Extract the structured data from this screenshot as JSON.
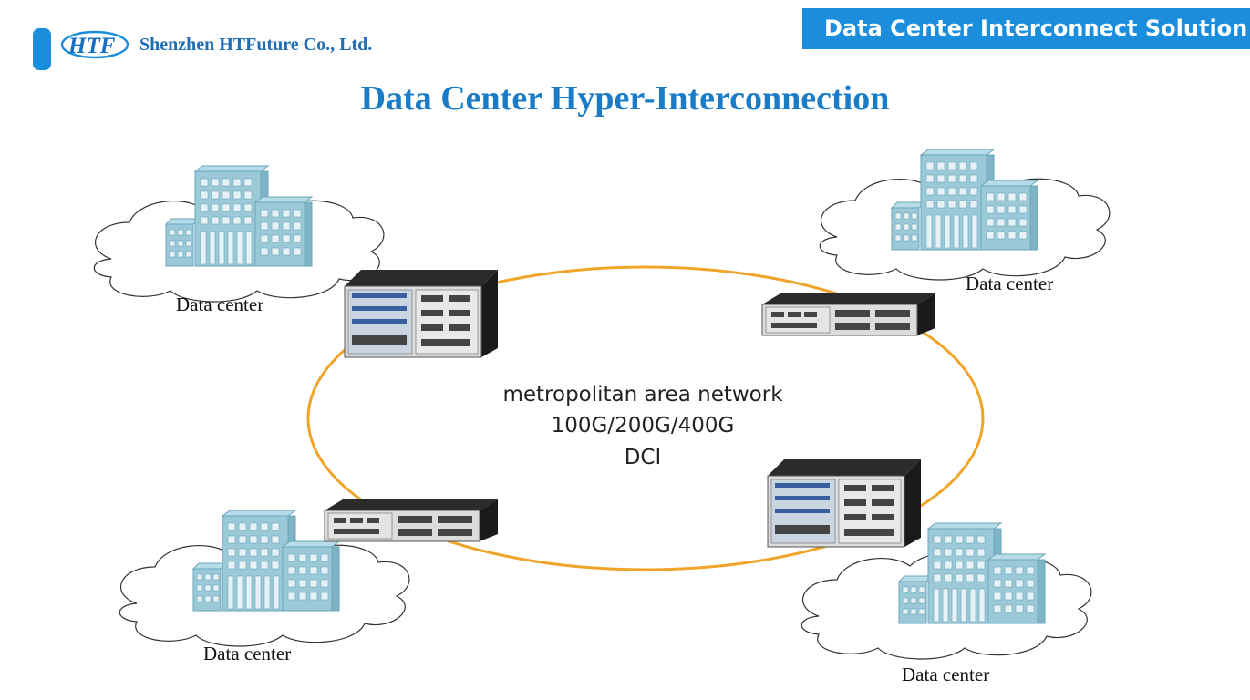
{
  "header": {
    "corner_label": "Data Center Interconnect Solution",
    "company_name": "Shenzhen HTFuture Co., Ltd.",
    "logo_text": "HTF"
  },
  "title": "Data Center Hyper-Interconnection",
  "network": {
    "line1": "metropolitan area network",
    "line2": "100G/200G/400G",
    "line3": "DCI"
  },
  "data_centers": [
    {
      "label": "Data center"
    },
    {
      "label": "Data center"
    },
    {
      "label": "Data center"
    },
    {
      "label": "Data center"
    }
  ],
  "colors": {
    "brand_blue": "#1a8ddc",
    "ring_orange": "#f0a52a",
    "building": "#9cc9d8"
  }
}
